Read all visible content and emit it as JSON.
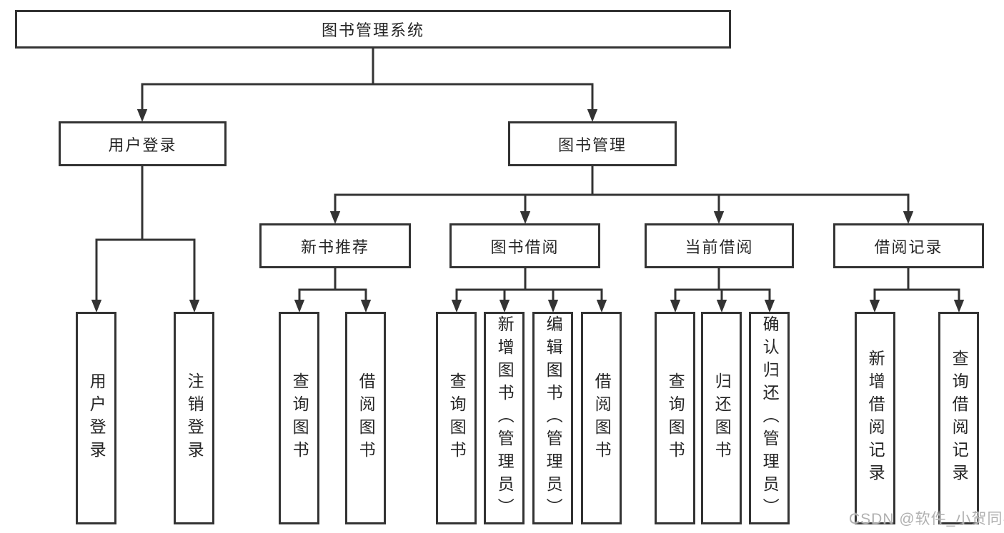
{
  "diagram": {
    "type": "tree",
    "title": "图书管理系统"
  },
  "nodes": {
    "root": {
      "label": "图书管理系统"
    },
    "user_login": {
      "label": "用户登录"
    },
    "book_mgmt": {
      "label": "图书管理"
    },
    "new_book_rec": {
      "label": "新书推荐"
    },
    "book_borrow": {
      "label": "图书借阅"
    },
    "current_borrow": {
      "label": "当前借阅"
    },
    "borrow_records": {
      "label": "借阅记录"
    },
    "leaf_user_login": {
      "label": "用户登录"
    },
    "leaf_logout": {
      "label": "注销登录"
    },
    "leaf_query_book_1": {
      "label": "查询图书"
    },
    "leaf_borrow_book_1": {
      "label": "借阅图书"
    },
    "leaf_query_book_2": {
      "label": "查询图书"
    },
    "leaf_add_book": {
      "label": "新增图书（管理员）"
    },
    "leaf_edit_book": {
      "label": "编辑图书（管理员）"
    },
    "leaf_borrow_book_2": {
      "label": "借阅图书"
    },
    "leaf_query_book_3": {
      "label": "查询图书"
    },
    "leaf_return_book": {
      "label": "归还图书"
    },
    "leaf_confirm_return": {
      "label": "确认归还（管理员）"
    },
    "leaf_add_record": {
      "label": "新增借阅记录"
    },
    "leaf_query_record": {
      "label": "查询借阅记录"
    }
  },
  "hierarchy": {
    "label": "图书管理系统",
    "children": [
      {
        "label": "用户登录",
        "children": [
          {
            "label": "用户登录"
          },
          {
            "label": "注销登录"
          }
        ]
      },
      {
        "label": "图书管理",
        "children": [
          {
            "label": "新书推荐",
            "children": [
              {
                "label": "查询图书"
              },
              {
                "label": "借阅图书"
              }
            ]
          },
          {
            "label": "图书借阅",
            "children": [
              {
                "label": "查询图书"
              },
              {
                "label": "新增图书（管理员）"
              },
              {
                "label": "编辑图书（管理员）"
              },
              {
                "label": "借阅图书"
              }
            ]
          },
          {
            "label": "当前借阅",
            "children": [
              {
                "label": "查询图书"
              },
              {
                "label": "归还图书"
              },
              {
                "label": "确认归还（管理员）"
              }
            ]
          },
          {
            "label": "借阅记录",
            "children": [
              {
                "label": "新增借阅记录"
              },
              {
                "label": "查询借阅记录"
              }
            ]
          }
        ]
      }
    ]
  },
  "watermark": {
    "text": "CSDN @软件_小贺同学"
  },
  "colors": {
    "line": "#333333",
    "text": "#262626",
    "background": "#ffffff",
    "watermark": "#b0b0b0"
  }
}
